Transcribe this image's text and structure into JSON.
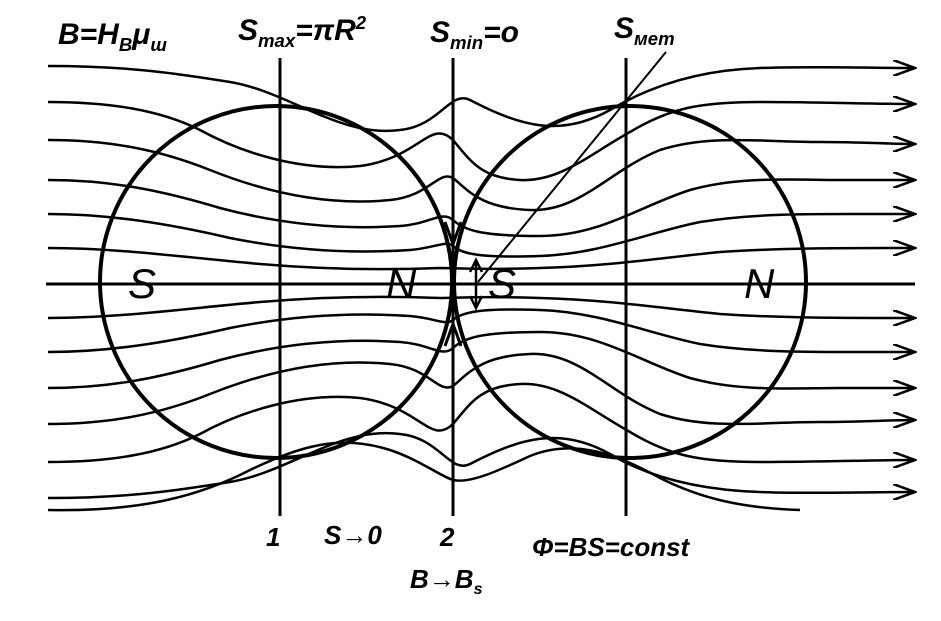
{
  "labels": {
    "b_formula": {
      "main": "B=H",
      "sub": "B",
      "tail": "μ",
      "tail_sub": "ш"
    },
    "s_max": {
      "main": "S",
      "sub": "max",
      "mid": "=πR",
      "sup": "2"
    },
    "s_min": {
      "main": "S",
      "sub": "min",
      "tail": "=o"
    },
    "s_met": {
      "main": "S",
      "sub": "мет"
    },
    "line_1": "1",
    "line_2": "2",
    "s_to_zero": "S→0",
    "flux": "Φ=BS=const",
    "b_to_bs": {
      "main": "B→B",
      "sub": "s"
    }
  },
  "poles": {
    "left_s": "S",
    "left_n": "N",
    "right_s": "S",
    "right_n": "N"
  },
  "colors": {
    "ink": "#000000",
    "background": "#ffffff"
  }
}
